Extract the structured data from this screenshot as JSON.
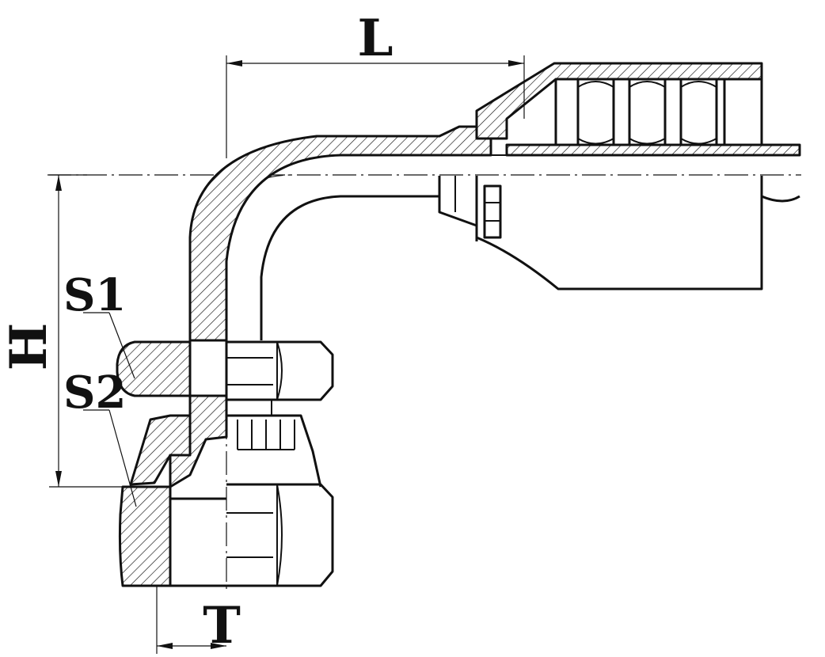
{
  "labels": {
    "L": "L",
    "H": "H",
    "T": "T",
    "S1": "S1",
    "S2": "S2"
  },
  "colors": {
    "line": "#111111",
    "background": "#ffffff"
  }
}
